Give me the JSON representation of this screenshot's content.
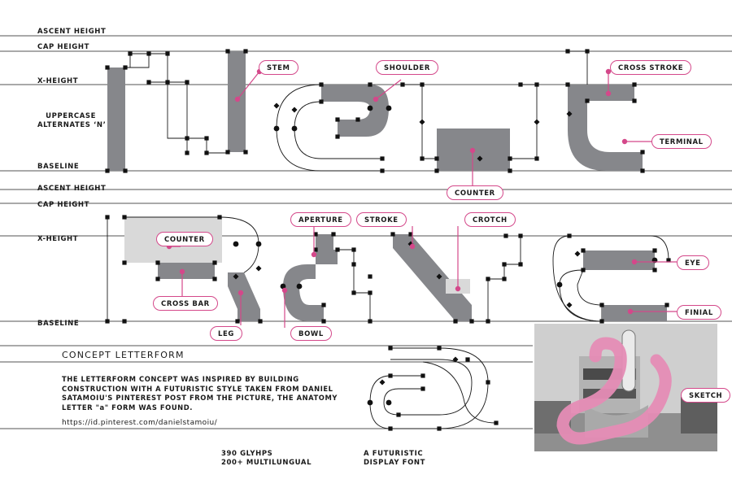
{
  "guides_top": {
    "ascent": "ASCENT HEIGHT",
    "cap": "CAP HEIGHT",
    "xheight": "X-HEIGHT",
    "alternates": "UPPERCASE\nALTERNATES ‘N’",
    "baseline": "BASELINE"
  },
  "guides_bottom": {
    "ascent": "ASCENT HEIGHT",
    "cap": "CAP HEIGHT",
    "xheight": "X-HEIGHT",
    "baseline": "BASELINE"
  },
  "callouts": {
    "stem": "STEM",
    "shoulder": "SHOULDER",
    "cross_stroke": "CROSS STROKE",
    "terminal": "TERMINAL",
    "counter_top": "COUNTER",
    "counter_bottom": "COUNTER",
    "aperture": "APERTURE",
    "stroke": "STROKE",
    "crotch": "CROTCH",
    "eye": "EYE",
    "cross_bar": "CROSS BAR",
    "finial": "FINIAL",
    "leg": "LEG",
    "bowl": "BOWL",
    "sketch": "SKETCH"
  },
  "concept": {
    "title": "CONCEPT LETTERFORM",
    "description": "THE LETTERFORM CONCEPT WAS INSPIRED BY BUILDING CONSTRUCTION WITH A FUTURISTIC STYLE TAKEN FROM DANIEL SATAMOIU'S PINTEREST POST FROM THE PICTURE, THE ANATOMY LETTER \"a\" FORM WAS FOUND.",
    "link": "https://id.pinterest.com/danielstamoiu/"
  },
  "stats": {
    "glyphs": "390 GLYHPS\n200+ MULTILUNGUAL",
    "font": "A FUTURISTIC\nDISPLAY FONT"
  },
  "colors": {
    "glyph_fill": "#86878b",
    "accent": "#d4488a",
    "counter_fill": "#d9d9d9",
    "line": "#1a1a1a"
  }
}
